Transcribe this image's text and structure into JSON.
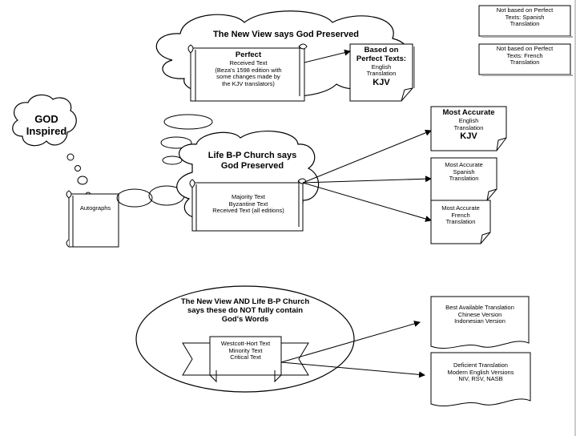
{
  "top_cloud": {
    "title": "The New View says God Preserved"
  },
  "perfect_scroll": {
    "title": "Perfect",
    "line1": "Received Text",
    "line2": "(Beza's 1598 edition with",
    "line3": "some changes made by",
    "line4": "the KJV translators)"
  },
  "based_on_perfect": {
    "line1": "Based on",
    "line2": "Perfect Texts:",
    "line3": "English",
    "line4": "Translation",
    "line5": "KJV"
  },
  "not_based_spanish": {
    "line1": "Not based on Perfect",
    "line2": "Texts: Spanish",
    "line3": "Translation"
  },
  "not_based_french": {
    "line1": "Not based on Perfect",
    "line2": "Texts: French",
    "line3": "Translation"
  },
  "god_cloud": {
    "line1": "GOD",
    "line2": "Inspired"
  },
  "autographs": {
    "label": "Autographs"
  },
  "middle_cloud": {
    "line1": "Life B-P Church says",
    "line2": "God Preserved"
  },
  "majority_scroll": {
    "line1": "Majority Text",
    "line2": "Byzantine Text",
    "line3": "Received Text (all editions)"
  },
  "most_accurate_english": {
    "line1": "Most Accurate",
    "line2": "English",
    "line3": "Translation",
    "line4": "KJV"
  },
  "most_accurate_spanish": {
    "line1": "Most Accurate",
    "line2": "Spanish",
    "line3": "Translation"
  },
  "most_accurate_french": {
    "line1": "Most Accurate",
    "line2": "French",
    "line3": "Translation"
  },
  "bottom_ellipse": {
    "line1": "The New View AND Life B-P Church",
    "line2": "says these do NOT fully contain",
    "line3": "God's Words"
  },
  "westcott_banner": {
    "line1": "Westcott-Hort Text",
    "line2": "Minority Text",
    "line3": "Critical Text"
  },
  "best_available": {
    "line1": "Best Available Translation",
    "line2": "Chinese Version",
    "line3": "Indonesian Version"
  },
  "deficient": {
    "line1": "Deficient Translation",
    "line2": "Modern English Versions",
    "line3": "NIV, RSV, NASB"
  },
  "colors": {
    "stroke": "#000000",
    "fill": "#ffffff",
    "shadow": "#d0d0d0"
  }
}
